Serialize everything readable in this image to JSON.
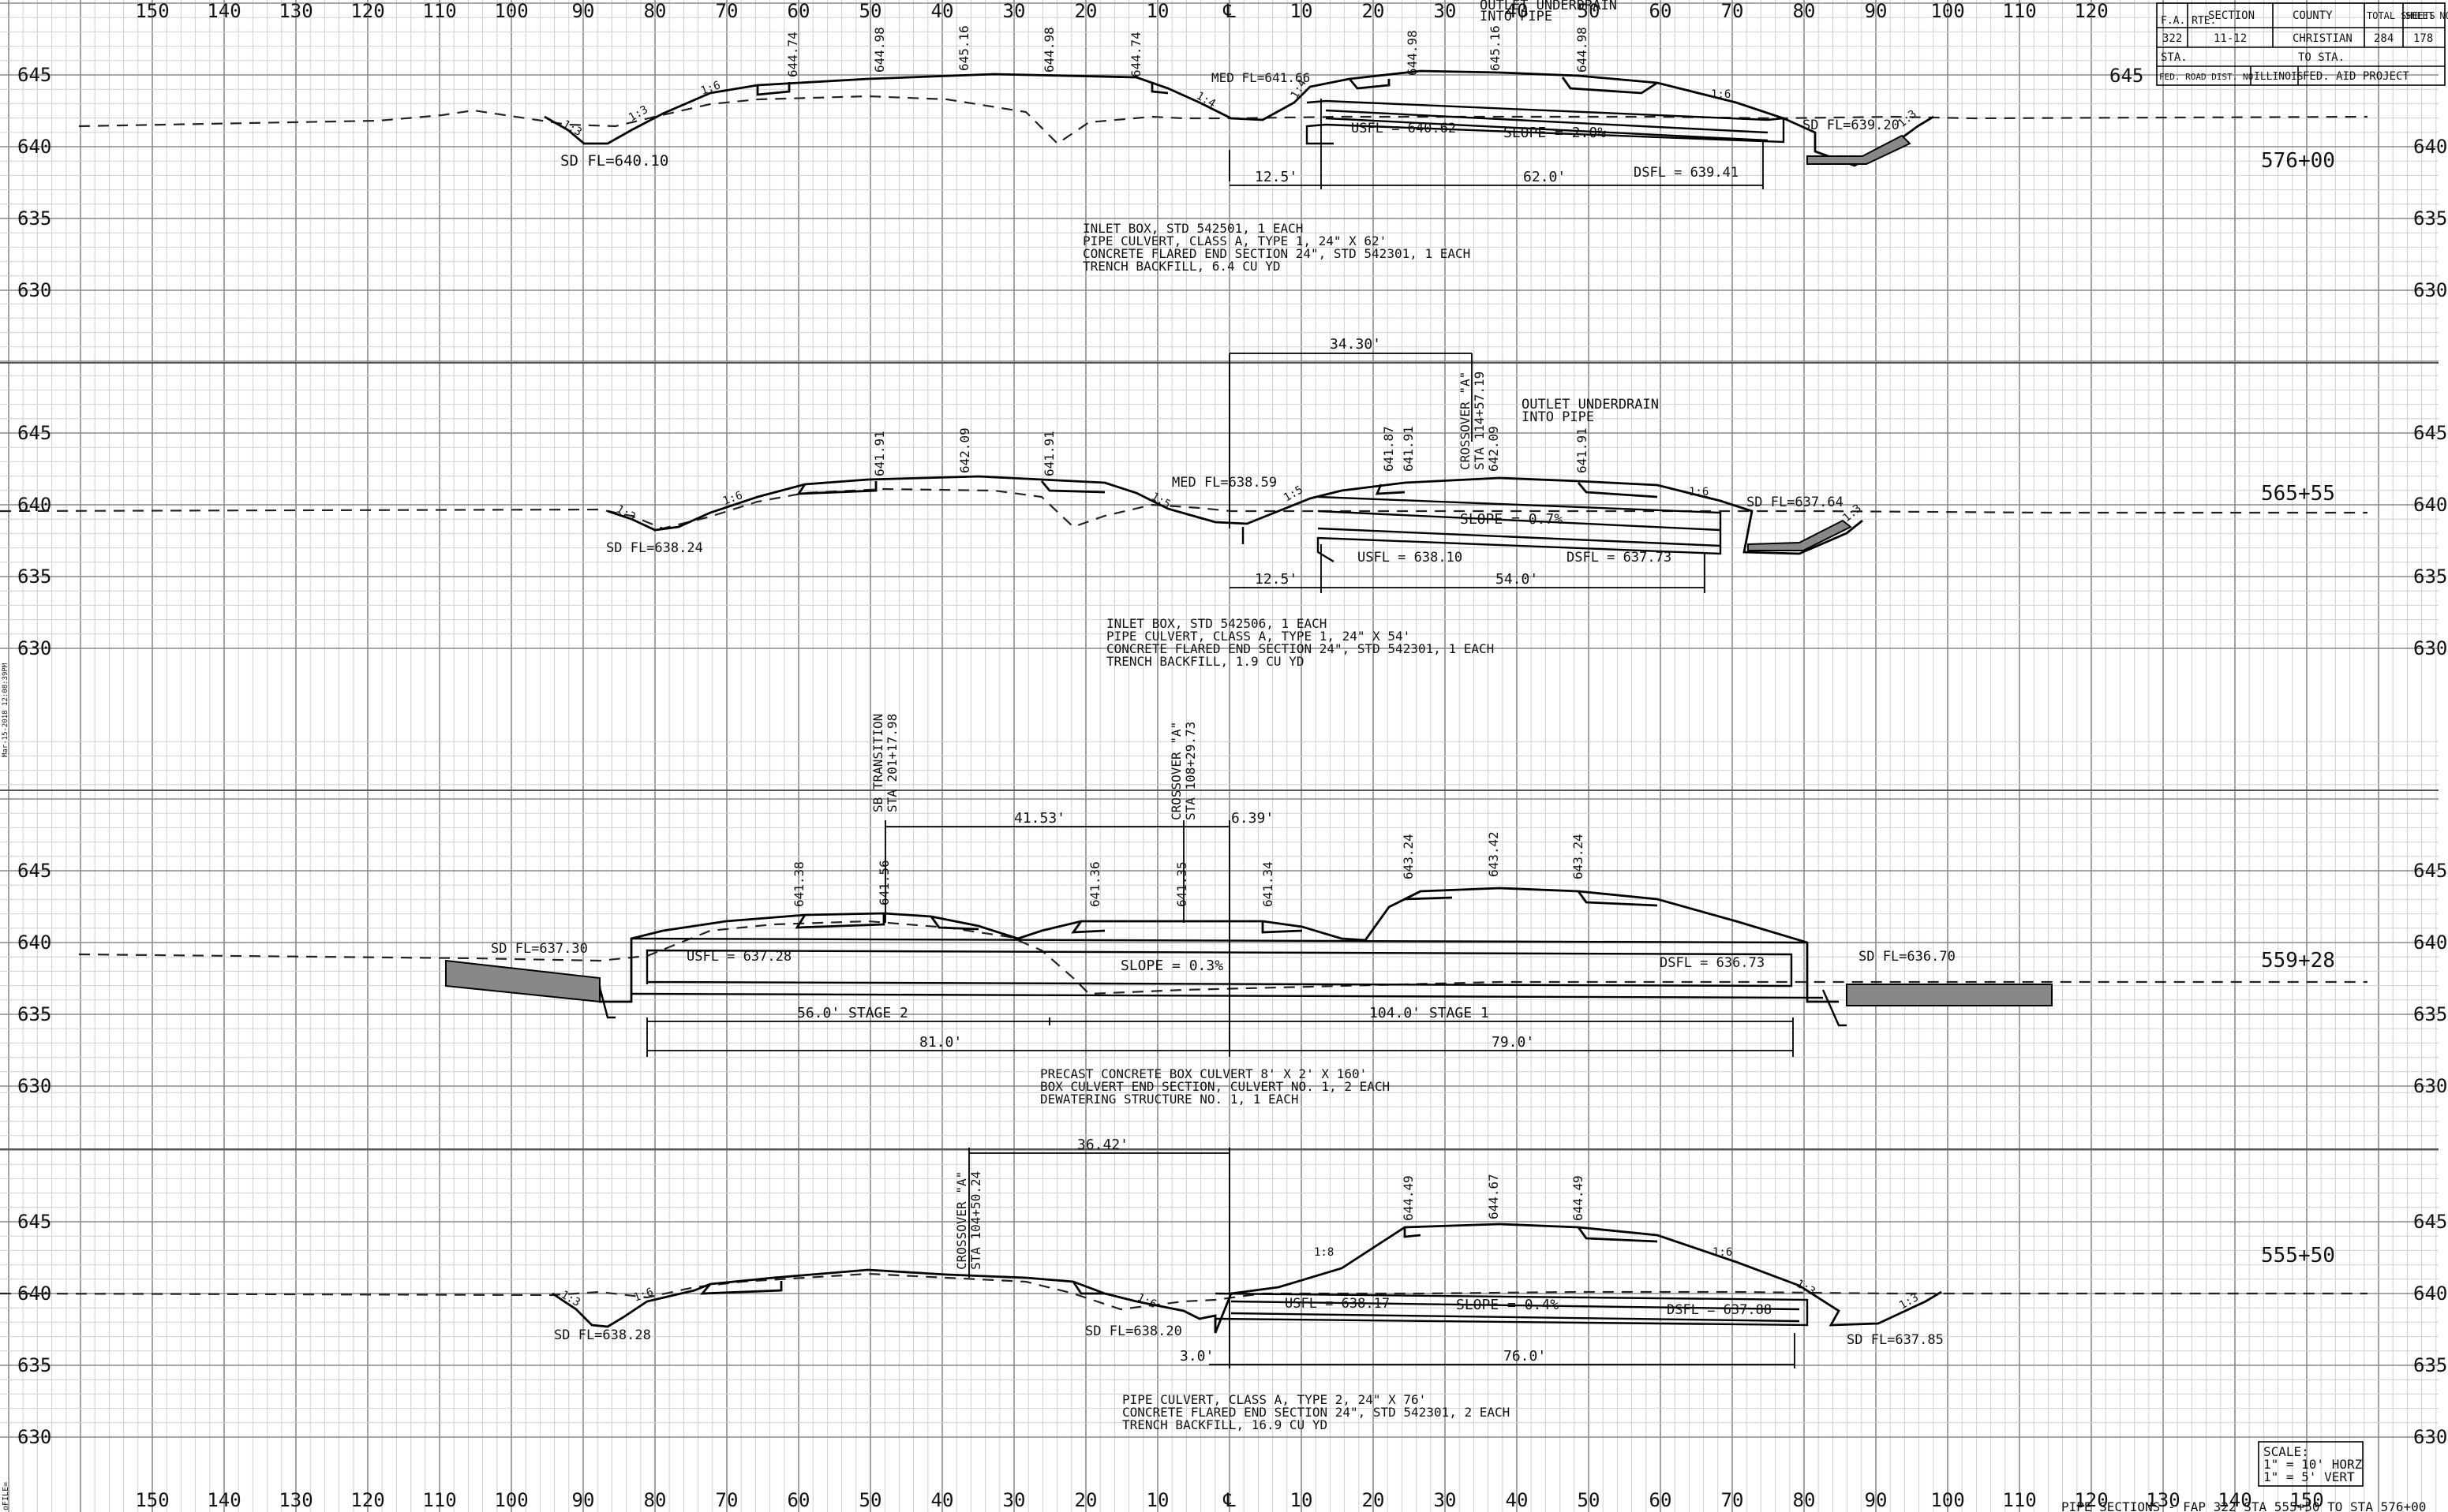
{
  "title_block": {
    "headers": [
      "F.A. RTE.",
      "SECTION",
      "COUNTY",
      "TOTAL SHEETS",
      "SHEET NO."
    ],
    "values": [
      "322",
      "11-12",
      "CHRISTIAN",
      "284",
      "178"
    ],
    "sta_label": "STA.",
    "to_sta_label": "TO STA.",
    "fed_dist": "FED. ROAD DIST. NO.",
    "state": "ILLINOIS",
    "project": "FED. AID PROJECT"
  },
  "axis": {
    "top_ticks": [
      "150",
      "140",
      "130",
      "120",
      "110",
      "100",
      "90",
      "80",
      "70",
      "60",
      "50",
      "40",
      "30",
      "20",
      "10",
      "℄",
      "10",
      "20",
      "30",
      "40",
      "50",
      "60",
      "70",
      "80",
      "90",
      "100",
      "110",
      "120"
    ],
    "bottom_ticks": [
      "150",
      "140",
      "130",
      "120",
      "110",
      "100",
      "90",
      "80",
      "70",
      "60",
      "50",
      "40",
      "30",
      "20",
      "10",
      "℄",
      "10",
      "20",
      "30",
      "40",
      "50",
      "60",
      "70",
      "80",
      "90",
      "100",
      "110",
      "120",
      "130",
      "140",
      "150"
    ],
    "elev_labels": [
      "645",
      "640",
      "635",
      "630"
    ]
  },
  "sections": [
    {
      "station": "576+00",
      "notes": [
        "INLET BOX, STD 542501, 1 EACH",
        "PIPE CULVERT, CLASS A, TYPE 1, 24\" X 62'",
        "CONCRETE FLARED END SECTION 24\", STD 542301, 1 EACH",
        "TRENCH BACKFILL, 6.4 CU YD"
      ],
      "labels": [
        "SD FL=640.10",
        "MED FL=641.66",
        "USFL = 640.62",
        "SLOPE = 2.0%",
        "DSFL = 639.41",
        "SD FL=639.20",
        "OUTLET UNDERDRAIN",
        "INTO PIPE",
        "12.5'",
        "62.0'",
        "1:3",
        "1:3",
        "1:6",
        "1:4",
        "1:4",
        "1:6",
        "1:3"
      ],
      "elevs": [
        "644.74",
        "644.98",
        "645.16",
        "644.98",
        "644.74",
        "644.98",
        "645.16",
        "644.98"
      ]
    },
    {
      "station": "565+55",
      "notes": [
        "INLET BOX, STD 542506, 1 EACH",
        "PIPE CULVERT, CLASS A, TYPE 1, 24\" X 54'",
        "CONCRETE FLARED END SECTION 24\", STD 542301, 1 EACH",
        "TRENCH BACKFILL, 1.9 CU YD"
      ],
      "labels": [
        "SD FL=638.24",
        "MED FL=638.59",
        "USFL = 638.10",
        "SLOPE = 0.7%",
        "DSFL = 637.73",
        "SD FL=637.64",
        "OUTLET UNDERDRAIN",
        "INTO PIPE",
        "CROSSOVER \"A\"",
        "STA 114+57.19",
        "34.30'",
        "12.5'",
        "54.0'",
        "1:3",
        "1:6",
        "1:5",
        "1:5",
        "1:6",
        "1:3"
      ],
      "elevs": [
        "641.91",
        "642.09",
        "641.91",
        "641.87",
        "641.91",
        "642.09",
        "641.91"
      ]
    },
    {
      "station": "559+28",
      "notes": [
        "PRECAST CONCRETE BOX CULVERT 8' X 2' X 160'",
        "BOX CULVERT END SECTION, CULVERT NO. 1, 2 EACH",
        "DEWATERING STRUCTURE NO. 1, 1 EACH"
      ],
      "labels": [
        "SD FL=637.30",
        "USFL = 637.28",
        "SLOPE = 0.3%",
        "DSFL = 636.73",
        "SD FL=636.70",
        "SB TRANSITION",
        "STA 201+17.98",
        "CROSSOVER \"A\"",
        "STA 108+29.73",
        "41.53'",
        "6.39'",
        "56.0' STAGE 2",
        "104.0' STAGE 1",
        "81.0'",
        "79.0'"
      ],
      "elevs": [
        "641.38",
        "641.56",
        "641.36",
        "641.35",
        "641.34",
        "643.24",
        "643.42",
        "643.24"
      ]
    },
    {
      "station": "555+50",
      "notes": [
        "PIPE CULVERT, CLASS A, TYPE 2, 24\" X 76'",
        "CONCRETE FLARED END SECTION 24\", STD 542301, 2 EACH",
        "TRENCH BACKFILL, 16.9 CU YD"
      ],
      "labels": [
        "SD FL=638.28",
        "SD FL=638.20",
        "USFL = 638.17",
        "SLOPE = 0.4%",
        "DSFL = 637.88",
        "SD FL=637.85",
        "CROSSOVER \"A\"",
        "STA 104+50.24",
        "36.42'",
        "3.0'",
        "76.0'",
        "1:3",
        "1:6",
        "1:6",
        "1:8",
        "1:6",
        "1:3",
        "1:3"
      ],
      "elevs": [
        "644.49",
        "644.67",
        "644.49"
      ]
    }
  ],
  "scale": {
    "title": "SCALE:",
    "horz": "1\" = 10' HORZ",
    "vert": "1\" = 5' VERT"
  },
  "footer_title": "PIPE SECTIONS - FAP 322 STA 555+50 TO STA 576+00",
  "side_stamp": "Mar-15-2018 12:08:39PM",
  "corner_stamp": "oFILE="
}
